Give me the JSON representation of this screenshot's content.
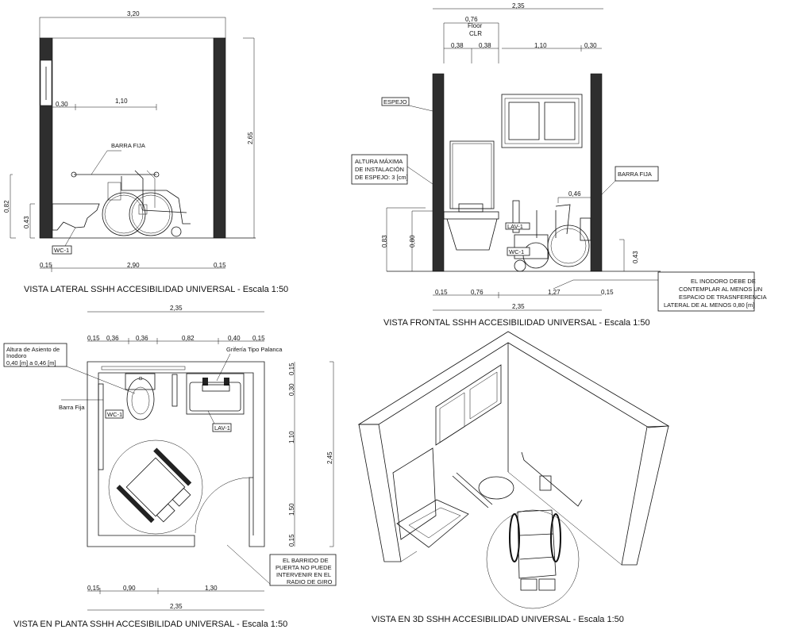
{
  "lateral": {
    "title": "VISTA LATERAL SSHH ACCESIBILIDAD UNIVERSAL  -  Escala 1:50",
    "dims": {
      "top": "3,20",
      "d030": "0,30",
      "d110": "1,10",
      "height": "2,65",
      "h082": "0,82",
      "h043": "0,43",
      "b015a": "0,15",
      "b290": "2,90",
      "b015b": "0,15"
    },
    "labels": {
      "barra": "BARRA FIJA",
      "wc": "WC-1"
    }
  },
  "frontal": {
    "title": "VISTA FRONTAL  SSHH ACCESIBILIDAD UNIVERSAL  -  Escala 1:50",
    "dims": {
      "top": "2,35",
      "d076": "0,76",
      "floor": "Floor",
      "clr": "CLR",
      "d038a": "0,38",
      "d038b": "0,38",
      "d110": "1,10",
      "d030": "0,30",
      "d046": "0,46",
      "h083": "0,83",
      "h080": "0,80",
      "h043": "0,43",
      "b015a": "0,15",
      "b076": "0,76",
      "b127": "1,27",
      "b015b": "0,15",
      "bottom": "2,35"
    },
    "labels": {
      "espejo": "ESPEJO",
      "altura": [
        "ALTURA MÁXIMA",
        "DE INSTALACIÓN",
        "DE ESPEJO: 3 [cm]"
      ],
      "barra": "BARRA FIJA",
      "wc": "WC-1",
      "lav": "LAV-1",
      "note": [
        "EL INODORO DEBE DE",
        "CONTEMPLAR AL MENOS UN",
        "ESPACIO DE TRASNFERENCIA",
        "LATERAL DE AL MENOS 0,80 [m]"
      ]
    }
  },
  "planta": {
    "title": "VISTA EN PLANTA SSHH ACCESIBILIDAD UNIVERSAL  -  Escala 1:50",
    "dims": {
      "top": "2,35",
      "t015a": "0,15",
      "t036a": "0,36",
      "t036b": "0,36",
      "t082": "0,82",
      "t040": "0,40",
      "t015b": "0,15",
      "r015a": "0,15",
      "r030": "0,30",
      "r110": "1,10",
      "r150": "1,50",
      "r015b": "0,15",
      "height": "2,45",
      "b015": "0,15",
      "b090": "0,90",
      "b130": "1,30",
      "bottom": "2,35"
    },
    "labels": {
      "altura": [
        "Altura de Asiento de",
        "Inodoro",
        "0,40 [m] a 0,46 [m]"
      ],
      "griferia": "Grifería Tipo Palanca",
      "barra": "Barra Fija",
      "wc": "WC-1",
      "lav": "LAV-1",
      "note": [
        "EL BARRIDO DE",
        "PUERTA NO PUEDE",
        "INTERVENIR EN EL",
        "RADIO DE GIRO"
      ]
    }
  },
  "view3d": {
    "title": "VISTA EN 3D SSHH ACCESIBILIDAD UNIVERSAL  -  Escala 1:50"
  },
  "colors": {
    "line": "#111111",
    "wall_fill": "#2e2e2e",
    "background": "#ffffff"
  }
}
